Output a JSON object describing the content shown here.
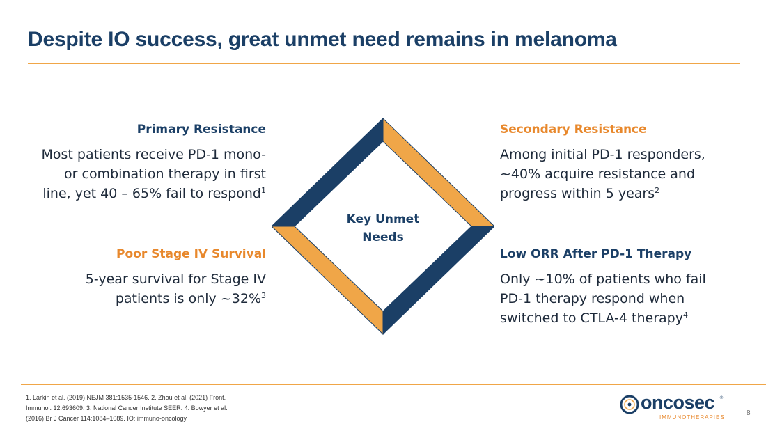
{
  "slide": {
    "title": "Despite IO success, great unmet need remains in melanoma",
    "center_label_line1": "Key Unmet",
    "center_label_line2": "Needs",
    "page_number": "8"
  },
  "blocks": {
    "primary": {
      "heading": "Primary Resistance",
      "line1": "Most patients receive PD-1 mono-",
      "line2": "or combination therapy in first",
      "line3": "line, yet 40 – 65% fail to respond",
      "ref": "1"
    },
    "secondary": {
      "heading": "Secondary Resistance",
      "line1": "Among initial PD-1 responders,",
      "line2": "~40% acquire resistance and",
      "line3": "progress within 5 years",
      "ref": "2"
    },
    "survival": {
      "heading": "Poor Stage IV Survival",
      "line1": "5-year survival for Stage IV",
      "line2": "patients is only ~32%",
      "ref": "3"
    },
    "orr": {
      "heading": "Low ORR After PD-1 Therapy",
      "line1": "Only ~10% of patients who fail",
      "line2": "PD-1 therapy respond when",
      "line3": "switched to CTLA-4 therapy",
      "ref": "4"
    }
  },
  "footnote": {
    "line1": "1. Larkin et al. (2019) NEJM 381:1535-1546. 2. Zhou et al. (2021) Front.",
    "line2": "Immunol. 12:693609. 3. National Cancer Institute SEER. 4. Bowyer et al.",
    "line3": "(2016) Br J Cancer 114:1084–1089. IO: immuno-oncology."
  },
  "logo": {
    "wordmark": "oncosec",
    "trademark": "®",
    "subtitle": "IMMUNOTHERAPIES"
  },
  "colors": {
    "navy": "#1b3f66",
    "orange": "#f0a648",
    "orange_text": "#e8882c"
  }
}
